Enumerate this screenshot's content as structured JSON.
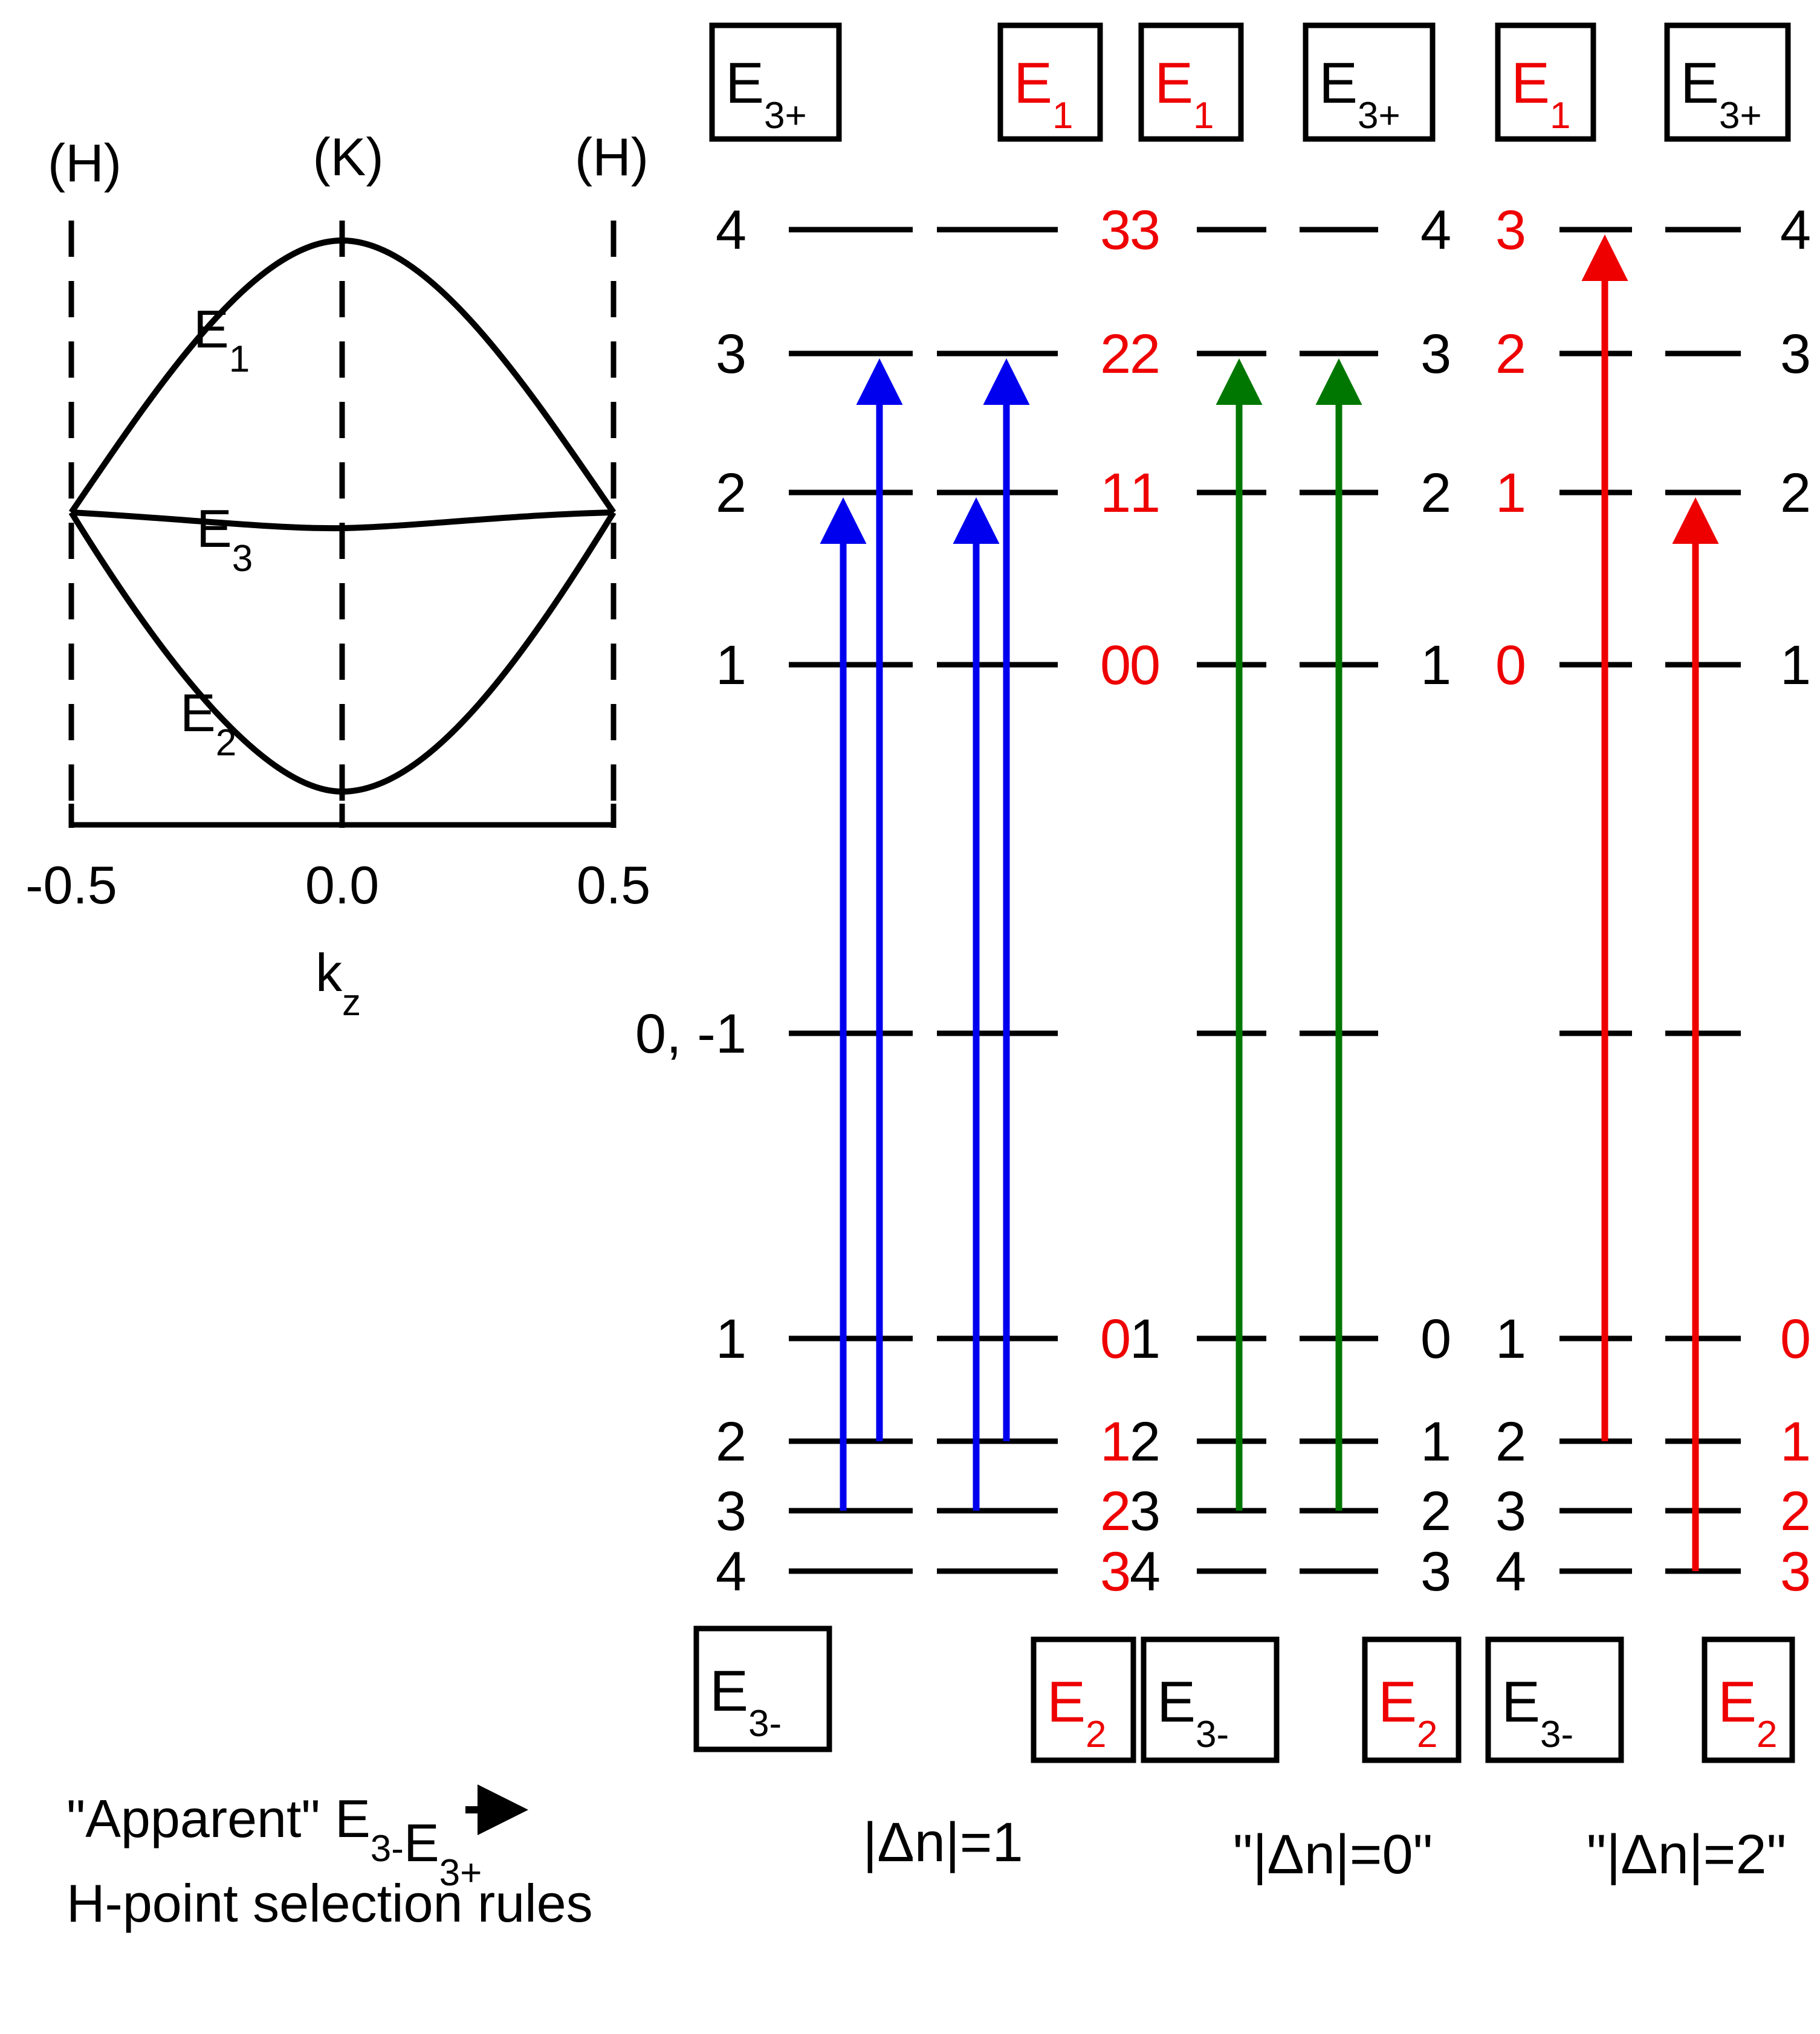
{
  "colors": {
    "black": "#000000",
    "red": "#ee0000",
    "blue": "#0000ee",
    "green": "#007700"
  },
  "band_plot": {
    "point_labels": [
      "(H)",
      "(K)",
      "(H)"
    ],
    "curve_labels": [
      {
        "base": "E",
        "sub": "1"
      },
      {
        "base": "E",
        "sub": "3"
      },
      {
        "base": "E",
        "sub": "2"
      }
    ],
    "x_ticks": [
      "-0.5",
      "0.0",
      "0.5"
    ],
    "x_axis": {
      "base": "k",
      "sub": "z"
    }
  },
  "bottom_caption": {
    "line1": {
      "pre": "\"Apparent\" ",
      "from_base": "E",
      "from_sub": "3-",
      "to_base": "E",
      "to_sub": "3+"
    },
    "line2": "H-point selection rules"
  },
  "columns": [
    {
      "top_boxes": [
        {
          "base": "E",
          "sub": "3+",
          "color": "black"
        },
        {
          "base": "E",
          "sub": "1",
          "color": "red"
        }
      ],
      "bottom_boxes": [
        {
          "base": "E",
          "sub": "3-",
          "color": "black"
        },
        {
          "base": "E",
          "sub": "2",
          "color": "red"
        }
      ],
      "upper_left": [
        "4",
        "3",
        "2",
        "1"
      ],
      "upper_right": [
        "3",
        "2",
        "1",
        "0"
      ],
      "middle_label": "0, -1",
      "lower_left": [
        "1",
        "2",
        "3",
        "4"
      ],
      "lower_right": [
        "0",
        "1",
        "2",
        "3"
      ],
      "right_colors": "red",
      "arrow_color": "blue",
      "caption": "|Δn|=1"
    },
    {
      "top_boxes": [
        {
          "base": "E",
          "sub": "1",
          "color": "red"
        },
        {
          "base": "E",
          "sub": "3+",
          "color": "black"
        }
      ],
      "bottom_boxes": [
        {
          "base": "E",
          "sub": "3-",
          "color": "black"
        },
        {
          "base": "E",
          "sub": "2",
          "color": "red"
        }
      ],
      "upper_left": [
        "3",
        "2",
        "1",
        "0"
      ],
      "upper_right": [
        "4",
        "3",
        "2",
        "1"
      ],
      "middle_label": "",
      "lower_left": [
        "1",
        "2",
        "3",
        "4"
      ],
      "lower_right": [
        "0",
        "1",
        "2",
        "3"
      ],
      "arrow_color": "green",
      "caption": "\"|Δn|=0\""
    },
    {
      "top_boxes": [
        {
          "base": "E",
          "sub": "1",
          "color": "red"
        },
        {
          "base": "E",
          "sub": "3+",
          "color": "black"
        }
      ],
      "bottom_boxes": [
        {
          "base": "E",
          "sub": "3-",
          "color": "black"
        },
        {
          "base": "E",
          "sub": "2",
          "color": "red"
        }
      ],
      "upper_left": [
        "3",
        "2",
        "1",
        "0"
      ],
      "upper_right": [
        "4",
        "3",
        "2",
        "1"
      ],
      "middle_label": "",
      "lower_left": [
        "1",
        "2",
        "3",
        "4"
      ],
      "lower_right": [
        "0",
        "1",
        "2",
        "3"
      ],
      "arrow_color": "red",
      "caption": "\"|Δn|=2\""
    }
  ]
}
